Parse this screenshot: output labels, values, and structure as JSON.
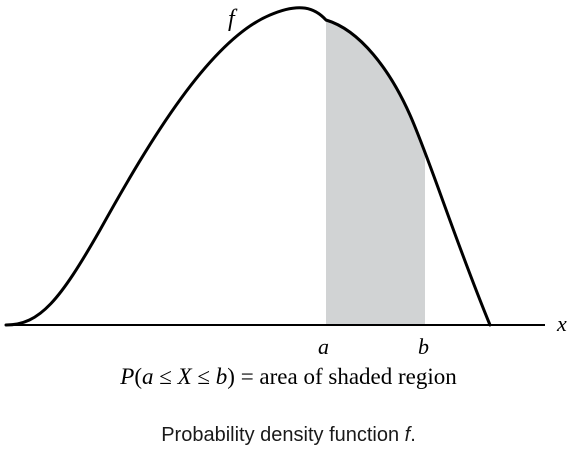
{
  "diagram": {
    "curve_label": "f",
    "axis_label": "x",
    "bound_a_label": "a",
    "bound_b_label": "b",
    "shade_color": "#d1d3d4",
    "line_color": "#000000"
  },
  "formula": {
    "prob_open": "P(",
    "a": "a",
    "leq1": " ≤ ",
    "X": "X",
    "leq2": " ≤ ",
    "b": "b",
    "close_rest": ") = area of shaded region"
  },
  "caption": {
    "text": "Probability density function ",
    "symbol": "f",
    "period": "."
  }
}
